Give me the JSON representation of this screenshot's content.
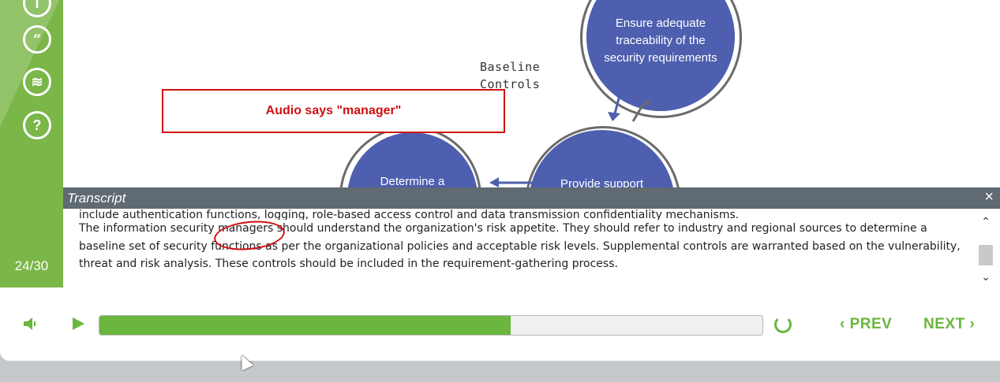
{
  "sidebar": {
    "buttons": [
      {
        "name": "info-icon",
        "glyph": "i"
      },
      {
        "name": "quote-icon",
        "glyph": "“"
      },
      {
        "name": "layers-icon",
        "glyph": "≋"
      },
      {
        "name": "help-icon",
        "glyph": "?"
      }
    ],
    "page_counter": "24/30"
  },
  "slide": {
    "circle_top": "Ensure adequate traceability of the security requirements",
    "circle_left": "Determine a",
    "circle_right": "Provide support",
    "baseline_label": "Baseline Controls",
    "annotation": "Audio says \"manager\""
  },
  "transcript": {
    "title": "Transcript",
    "close_glyph": "×",
    "line1": "include authentication functions, logging, role-based access control and data transmission confidentiality mechanisms.",
    "line2": "The information security managers should understand the organization's risk appetite. They should refer to industry and regional sources to determine a baseline set of security functions as per the organizational policies and acceptable risk levels. Supplemental controls are warranted based on the vulnerability, threat and risk analysis. These controls should be included in the requirement-gathering process."
  },
  "controls": {
    "progress": 0.62,
    "prev_label": "PREV",
    "next_label": "NEXT",
    "accent": "#6ab63e"
  }
}
